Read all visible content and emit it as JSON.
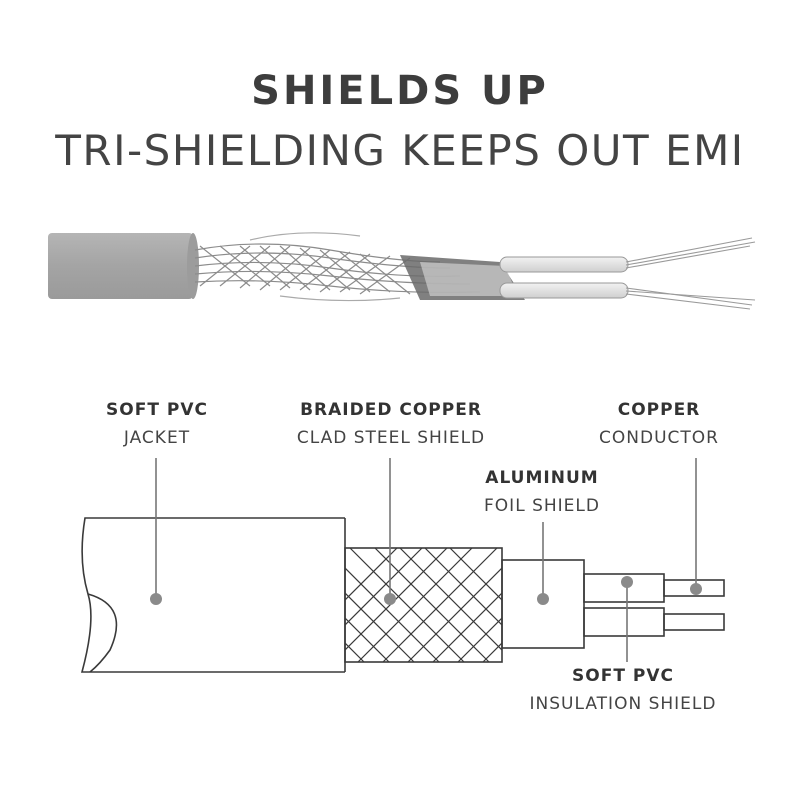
{
  "header": {
    "title": "SHIELDS UP",
    "subtitle": "TRI-SHIELDING KEEPS OUT EMI"
  },
  "labels": {
    "jacket": {
      "bold": "SOFT PVC",
      "normal": "JACKET"
    },
    "braid": {
      "bold": "BRAIDED COPPER",
      "normal": "CLAD STEEL SHIELD"
    },
    "foil": {
      "bold": "ALUMINUM",
      "normal": "FOIL SHIELD"
    },
    "conductor": {
      "bold": "COPPER",
      "normal": "CONDUCTOR"
    },
    "insulation": {
      "bold": "SOFT PVC",
      "normal": "INSULATION SHIELD"
    }
  },
  "colors": {
    "ink": "#3a3a3a",
    "jacket_gray": "#a9a9a9",
    "marker_gray": "#8a8a8a"
  }
}
